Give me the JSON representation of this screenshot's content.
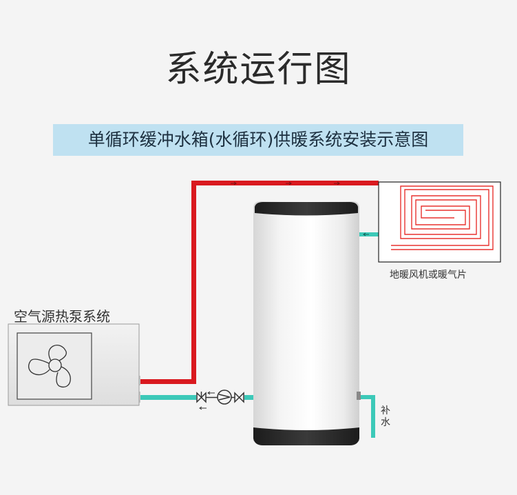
{
  "title": "系统运行图",
  "subtitle": "单循环缓冲水箱(水循环)供暖系统安装示意图",
  "labels": {
    "heat_pump": "空气源热泵系统",
    "radiator": "地暖风机或暖气片",
    "makeup_water": "补水"
  },
  "colors": {
    "hot_pipe": "#d9191f",
    "cold_pipe": "#3cc9b8",
    "subtitle_bg": "#bfe1f1",
    "floor_coil": "#e8322f"
  }
}
